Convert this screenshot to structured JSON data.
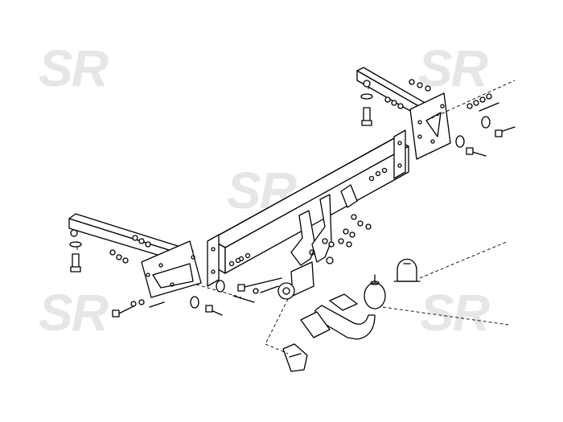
{
  "watermark": {
    "text": "SR",
    "color": "#e6e6e6"
  },
  "diagram": {
    "line_color": "#000000",
    "background": "#ffffff",
    "parts": [
      "right-mounting-bracket",
      "left-mounting-bracket",
      "main-crossbar",
      "center-support-brackets",
      "tow-ball-neck",
      "tow-ball",
      "ball-cover-cap",
      "electrical-socket",
      "socket-plug",
      "bolts-nuts-washers"
    ]
  }
}
